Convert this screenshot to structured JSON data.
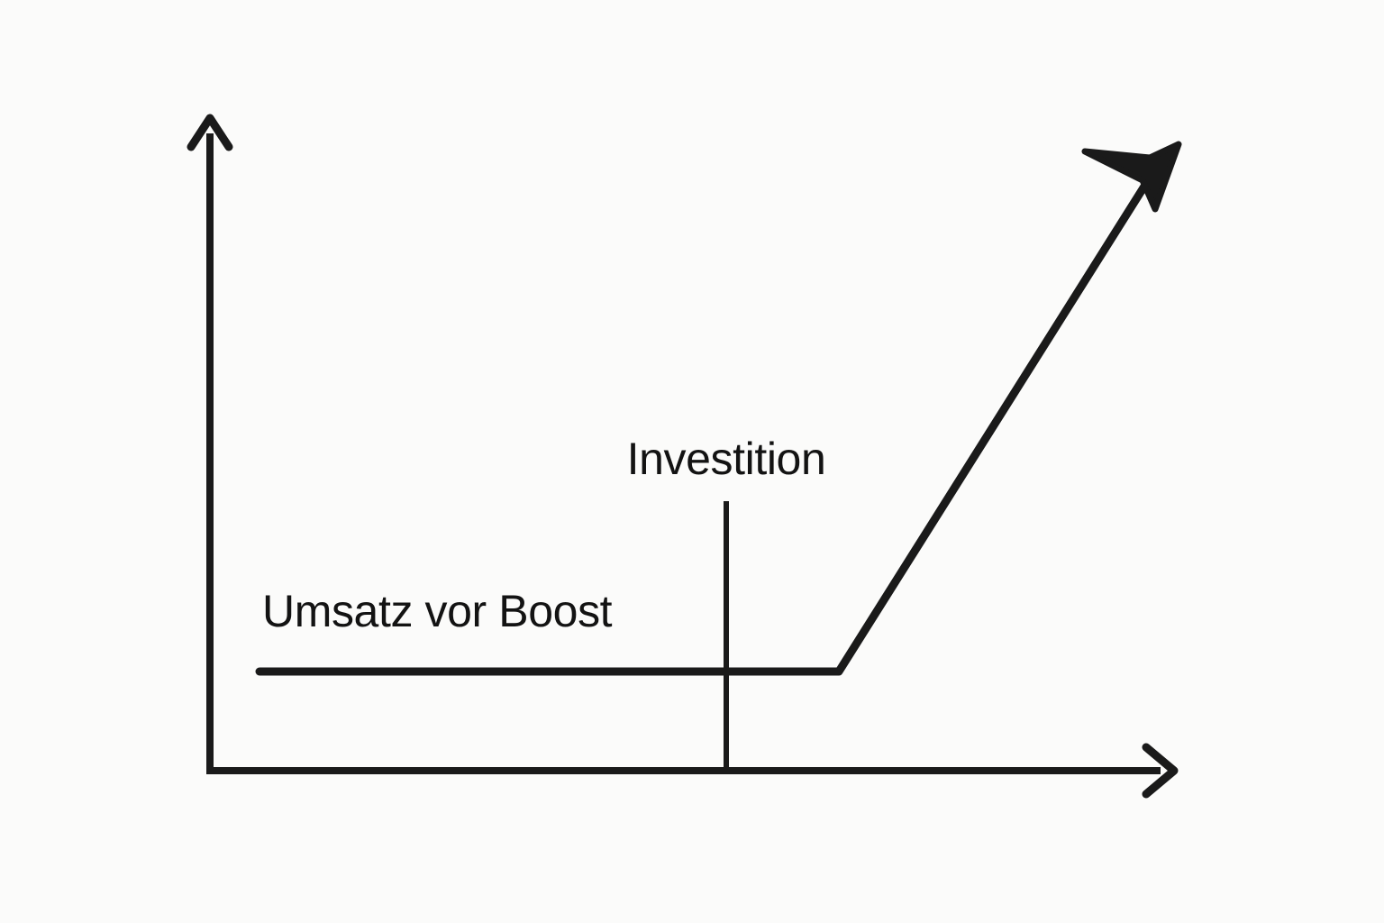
{
  "figure": {
    "kind": "hand-drawn-style line chart",
    "background_color": "#fbfbfa",
    "ink_color": "#1a1a1a",
    "text_color": "#131313"
  },
  "labels": {
    "investition": "Investition",
    "umsatz_vor_boost": "Umsatz vor Boost"
  },
  "icons": {
    "y_axis_arrow": "arrow-up-icon",
    "x_axis_arrow": "arrow-right-icon",
    "growth_arrow": "arrow-up-right-icon"
  },
  "chart_data": {
    "type": "line",
    "title": "",
    "subtitle": "",
    "xlabel": "",
    "ylabel": "",
    "grid": false,
    "legend_position": "inline-annotations",
    "axes": {
      "x": {
        "range": [
          0,
          100
        ],
        "ticks": [],
        "tick_labels": [],
        "arrow": true
      },
      "y": {
        "range": [
          0,
          100
        ],
        "ticks": [],
        "tick_labels": [],
        "arrow": true
      }
    },
    "series": [
      {
        "name": "Umsatz vor Boost",
        "description": "Flat revenue baseline before the investment, then a steep sustained rise after it",
        "x": [
          5,
          66,
          100
        ],
        "y": [
          15,
          15,
          94
        ],
        "arrow_end": true
      }
    ],
    "annotations": [
      {
        "name": "Investition",
        "label": "Investition",
        "type": "vertical-marker-line",
        "x": 53,
        "y_from": 0,
        "y_to": 41,
        "label_position": "above"
      },
      {
        "name": "Umsatz vor Boost",
        "label": "Umsatz vor Boost",
        "type": "series-label",
        "x": 11,
        "y": 26,
        "label_position": "above-left-of-flat-segment"
      }
    ]
  }
}
